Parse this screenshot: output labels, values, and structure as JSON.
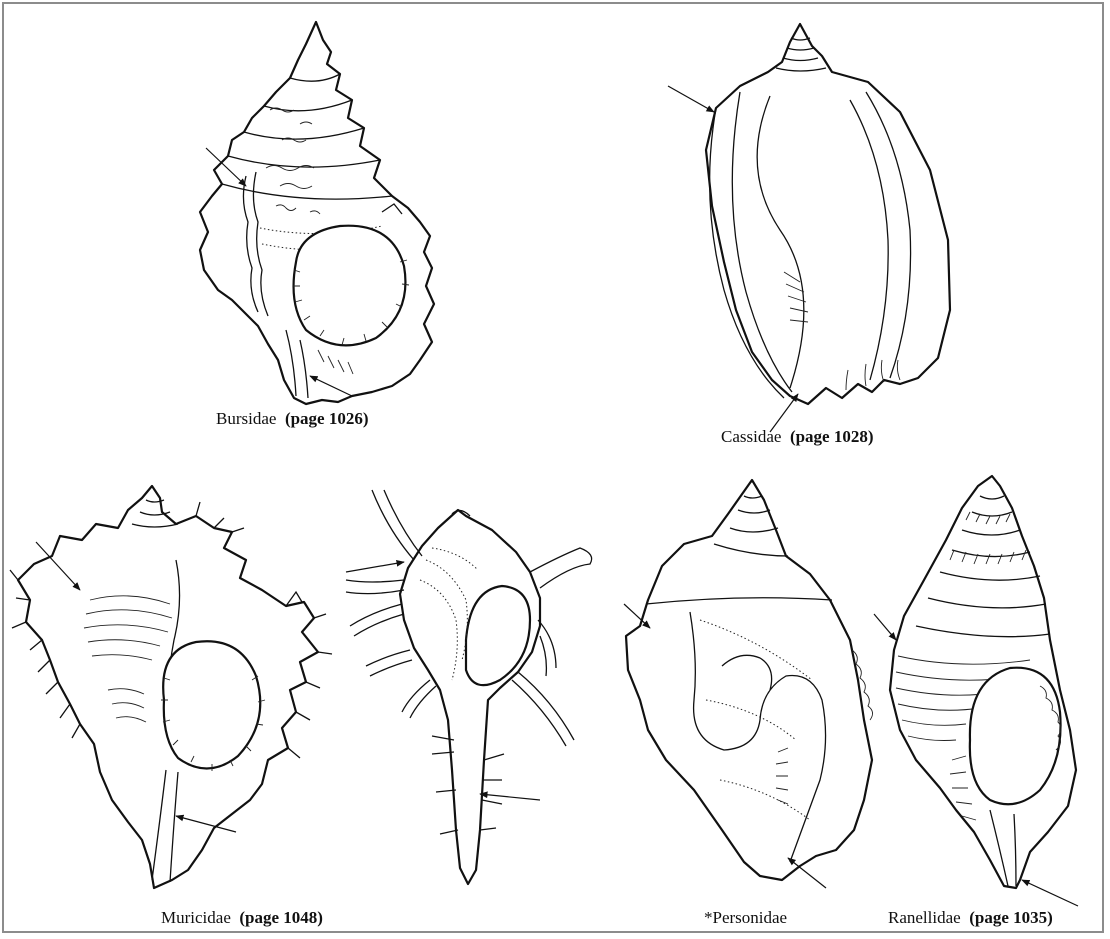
{
  "figure": {
    "captions": {
      "bursidae": {
        "name": "Bursidae",
        "page": "(page 1026)"
      },
      "cassidae": {
        "name": "Cassidae",
        "page": "(page 1028)"
      },
      "muricidae": {
        "name": "Muricidae",
        "page": "(page 1048)"
      },
      "personidae": {
        "name": "*Personidae",
        "page": ""
      },
      "ranellidae": {
        "name": "Ranellidae",
        "page": "(page 1035)"
      }
    }
  }
}
